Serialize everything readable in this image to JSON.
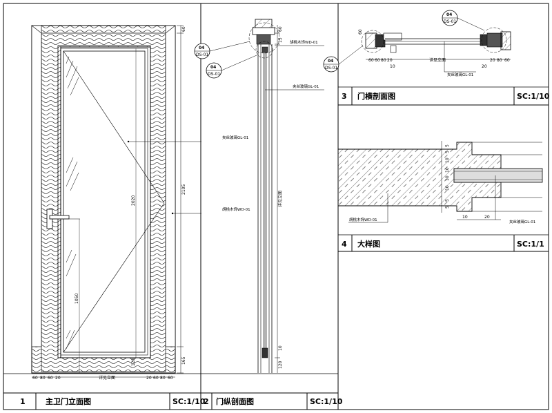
{
  "panels": [
    {
      "number": "1",
      "title": "主卫门立面图",
      "scale": "SC:1/10"
    },
    {
      "number": "2",
      "title": "门纵剖面图",
      "scale": "SC:1/10"
    },
    {
      "number": "3",
      "title": "门横剖面图",
      "scale": "SC:1/10"
    },
    {
      "number": "4",
      "title": "大样图",
      "scale": "SC:1/1"
    }
  ],
  "callouts": {
    "detail_no": "04",
    "sheet_no": "DS-01"
  },
  "materials": {
    "glass": "夹丝玻璃GL-01",
    "wood": "胡桃木饰WD-01",
    "opening": "详见立面"
  },
  "elevation_dims": {
    "top": "60",
    "height": "2105",
    "door_height": "2020",
    "handle_height": "1050",
    "bottom_a": "120",
    "bottom_b": "165",
    "bottom_row": [
      "60",
      "80",
      "60",
      "20",
      "20",
      "60",
      "80",
      "60"
    ]
  },
  "section_dims": {
    "top": "60",
    "small": "15",
    "bottom_a": "120",
    "bottom_b": "10"
  },
  "plan_dims": {
    "left": [
      "60",
      "60",
      "80",
      "20"
    ],
    "right": [
      "20",
      "80",
      "60"
    ],
    "side": "60",
    "gap": "10",
    "gap_r": "20"
  },
  "detail_dims": {
    "vertical": [
      "5",
      "5",
      "10",
      "10",
      "10",
      "10",
      "5",
      "5"
    ],
    "horizontal": [
      "10",
      "20"
    ]
  }
}
